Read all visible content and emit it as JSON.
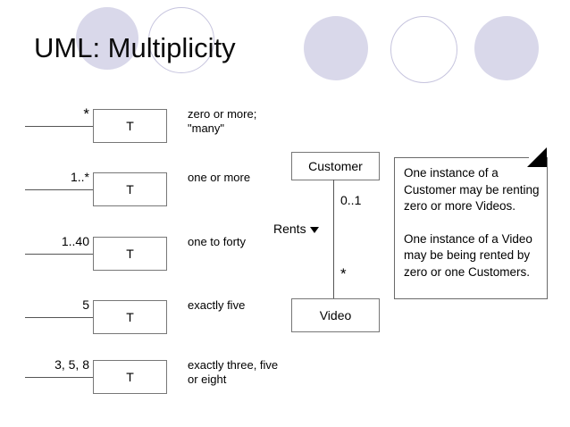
{
  "title": "UML: Multiplicity",
  "decor": {
    "circles": [
      {
        "name": "circle-filled-1",
        "style": "filled",
        "color": "#d9d8ea"
      },
      {
        "name": "circle-outline-1",
        "style": "outline",
        "color": "#c6c4de"
      },
      {
        "name": "circle-filled-2",
        "style": "filled",
        "color": "#d9d8ea"
      },
      {
        "name": "circle-outline-2",
        "style": "outline",
        "color": "#c6c4de"
      },
      {
        "name": "circle-filled-3",
        "style": "filled",
        "color": "#d9d8ea"
      }
    ]
  },
  "multiplicity_rows": [
    {
      "notation": "*",
      "class_name": "T",
      "description": "zero or more; \"many\""
    },
    {
      "notation": "1..*",
      "class_name": "T",
      "description": "one or more"
    },
    {
      "notation": "1..40",
      "class_name": "T",
      "description": "one to forty"
    },
    {
      "notation": "5",
      "class_name": "T",
      "description": "exactly five"
    },
    {
      "notation": "3, 5, 8",
      "class_name": "T",
      "description": "exactly three, five or eight"
    }
  ],
  "association": {
    "source_class": "Customer",
    "target_class": "Video",
    "name": "Rents",
    "direction_marker": "triangle-down-icon",
    "source_multiplicity": "0..1",
    "target_multiplicity": "*"
  },
  "note": {
    "paragraph1": "One instance of a Customer may be renting zero or more Videos.",
    "paragraph2": "One instance of a Video may be being rented by zero or one Customers."
  }
}
